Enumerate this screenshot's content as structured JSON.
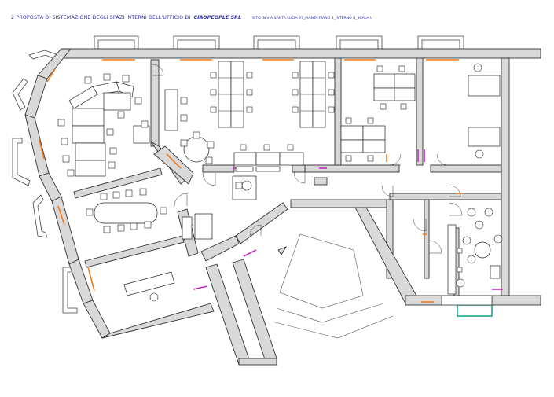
{
  "header": {
    "title": "2 PROPOSTA DI SISTEMAZIONE DEGLI SPAZI INTERNI DELL'UFFICIO DI",
    "company": "CIAOPEOPLE SRL",
    "site": "SITO IN VIA SANTA LUCIA 97_PIANTA PIANO 4_INTERNO 8_SCALA U"
  },
  "colors": {
    "title": "#2e2ea8",
    "wall_fill": "#d9d9d9",
    "opening_highlight": "#f07a1e",
    "door_highlight": "#c02fc0",
    "balcony_highlight": "#1aa592"
  },
  "icons": {
    "entrance": "north-arrow-icon"
  }
}
